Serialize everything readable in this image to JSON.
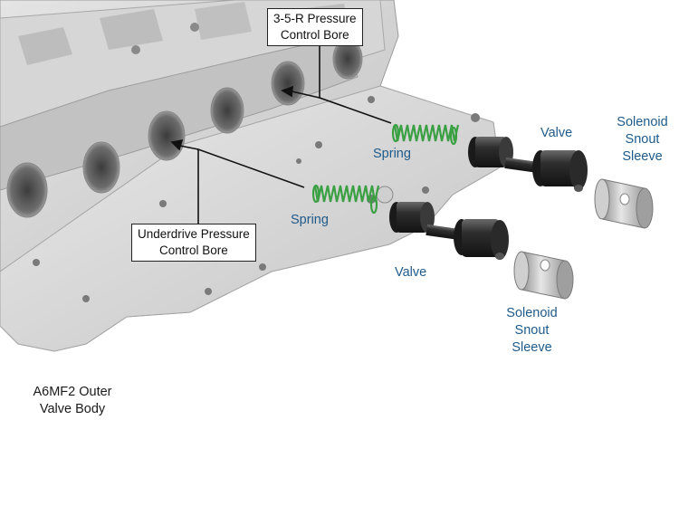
{
  "callouts": {
    "bore_35r": {
      "line1": "3-5-R Pressure",
      "line2": "Control Bore"
    },
    "bore_underdrive": {
      "line1": "Underdrive Pressure",
      "line2": "Control Bore"
    }
  },
  "parts": {
    "spring_upper": "Spring",
    "spring_lower": "Spring",
    "valve_upper": "Valve",
    "valve_lower": "Valve",
    "sleeve_upper": {
      "line1": "Solenoid",
      "line2": "Snout",
      "line3": "Sleeve"
    },
    "sleeve_lower": {
      "line1": "Solenoid",
      "line2": "Snout",
      "line3": "Sleeve"
    }
  },
  "caption": {
    "line1": "A6MF2 Outer",
    "line2": "Valve Body"
  },
  "colors": {
    "part_label": "#1f5a8a",
    "spring": "#3aa043",
    "valve": "#2b2b2b",
    "sleeve": "#b9b9b9",
    "casting": "#c9c9c9"
  }
}
